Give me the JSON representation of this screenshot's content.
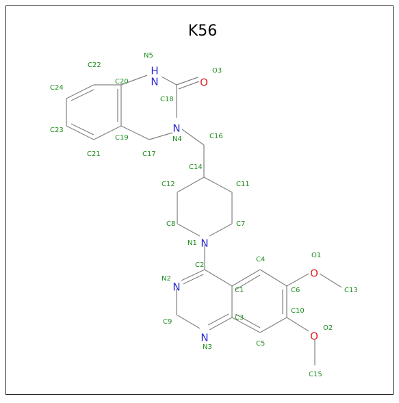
{
  "title": "K56",
  "colors": {
    "bond": "#808080",
    "label": "#1a8a1a",
    "nitrogen": "#2a2ad0",
    "oxygen": "#e02020",
    "frame": "#222222"
  },
  "atoms": [
    {
      "id": "C1",
      "label": "C1",
      "element": "C"
    },
    {
      "id": "C2",
      "label": "C2",
      "element": "C"
    },
    {
      "id": "C3",
      "label": "C3",
      "element": "C"
    },
    {
      "id": "C4",
      "label": "C4",
      "element": "C"
    },
    {
      "id": "C5",
      "label": "C5",
      "element": "C"
    },
    {
      "id": "C6",
      "label": "C6",
      "element": "C"
    },
    {
      "id": "C7",
      "label": "C7",
      "element": "C"
    },
    {
      "id": "C8",
      "label": "C8",
      "element": "C"
    },
    {
      "id": "C9",
      "label": "C9",
      "element": "C"
    },
    {
      "id": "C10",
      "label": "C10",
      "element": "C"
    },
    {
      "id": "C11",
      "label": "C11",
      "element": "C"
    },
    {
      "id": "C12",
      "label": "C12",
      "element": "C"
    },
    {
      "id": "C13",
      "label": "C13",
      "element": "C"
    },
    {
      "id": "C14",
      "label": "C14",
      "element": "C"
    },
    {
      "id": "C15",
      "label": "C15",
      "element": "C"
    },
    {
      "id": "C16",
      "label": "C16",
      "element": "C"
    },
    {
      "id": "C17",
      "label": "C17",
      "element": "C"
    },
    {
      "id": "C18",
      "label": "C18",
      "element": "C"
    },
    {
      "id": "C19",
      "label": "C19",
      "element": "C"
    },
    {
      "id": "C20",
      "label": "C20",
      "element": "C"
    },
    {
      "id": "C21",
      "label": "C21",
      "element": "C"
    },
    {
      "id": "C22",
      "label": "C22",
      "element": "C"
    },
    {
      "id": "C23",
      "label": "C23",
      "element": "C"
    },
    {
      "id": "C24",
      "label": "C24",
      "element": "C"
    },
    {
      "id": "N1",
      "label": "N1",
      "element": "N",
      "symbol": "N"
    },
    {
      "id": "N2",
      "label": "N2",
      "element": "N",
      "symbol": "N"
    },
    {
      "id": "N3",
      "label": "N3",
      "element": "N",
      "symbol": "N"
    },
    {
      "id": "N4",
      "label": "N4",
      "element": "N",
      "symbol": "N"
    },
    {
      "id": "N5",
      "label": "N5",
      "element": "N",
      "symbol": "H",
      "symbol2": "N"
    },
    {
      "id": "O1",
      "label": "O1",
      "element": "O",
      "symbol": "O"
    },
    {
      "id": "O2",
      "label": "O2",
      "element": "O",
      "symbol": "O"
    },
    {
      "id": "O3",
      "label": "O3",
      "element": "O",
      "symbol": "O"
    }
  ]
}
